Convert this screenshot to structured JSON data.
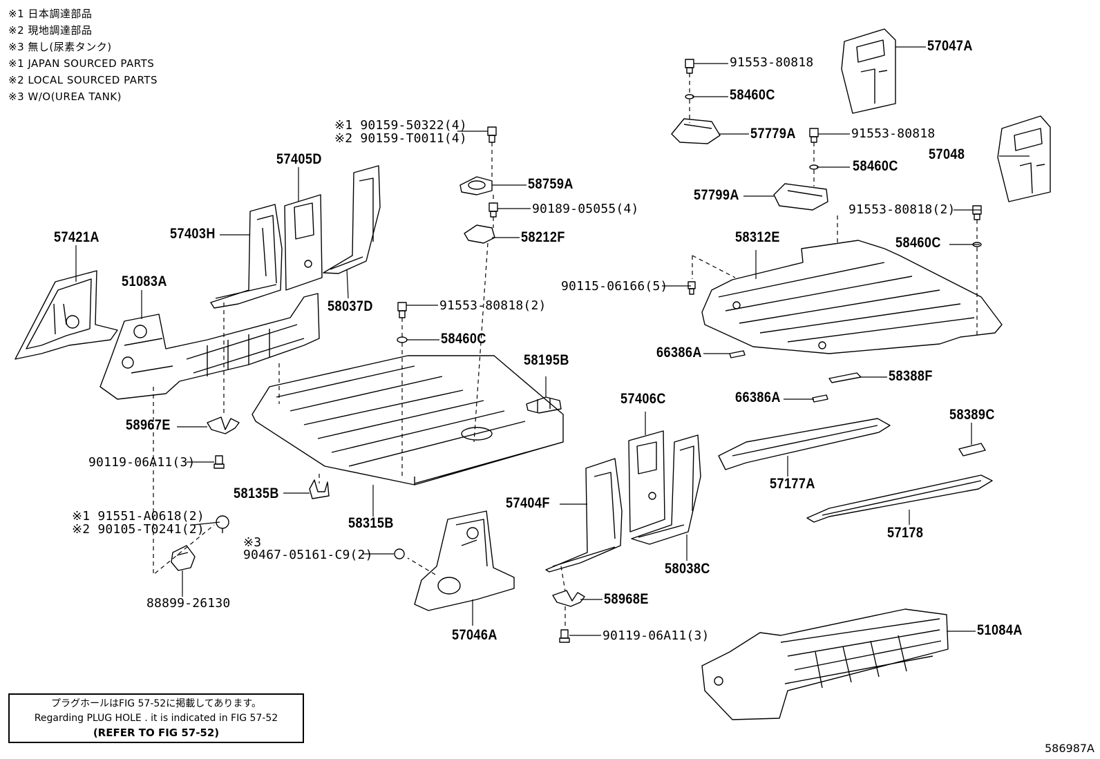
{
  "notes": [
    "※1 日本調達部品",
    "※2 現地調達部品",
    "※3 無し(尿素タンク)",
    "※1 JAPAN SOURCED PARTS",
    "※2 LOCAL SOURCED PARTS",
    "※3 W/O(UREA TANK)"
  ],
  "labels": {
    "p57047A": "57047A",
    "p91553_80818_a": "91553-80818",
    "p58460C_a": "58460C",
    "p57779A": "57779A",
    "p91553_80818_b": "91553-80818",
    "p57048": "57048",
    "p58460C_b": "58460C",
    "p57799A": "57799A",
    "p91553_80818_2": "91553-80818(2)",
    "p58312E": "58312E",
    "p58460C_c": "58460C",
    "p90115_06166_5": "90115-06166(5)",
    "p66386A_a": "66386A",
    "p58388F": "58388F",
    "p66386A_b": "66386A",
    "p58389C": "58389C",
    "p57177A": "57177A",
    "p57178": "57178",
    "p51084A": "51084A",
    "p90159_50322": "※1 90159-50322(4)",
    "p90159_T0011": "※2 90159-T0011(4)",
    "p58759A": "58759A",
    "p90189_05055": "90189-05055(4)",
    "p58212F": "58212F",
    "p91553_80818_2b": "91553-80818(2)",
    "p58460C_d": "58460C",
    "p58195B": "58195B",
    "p58315B": "58315B",
    "p58135B": "58135B",
    "p57405D": "57405D",
    "p57403H": "57403H",
    "p58037D": "58037D",
    "p57421A": "57421A",
    "p51083A": "51083A",
    "p58967E": "58967E",
    "p90119_06A11_a": "90119-06A11(3)",
    "p91551_A0618": "※1 91551-A0618(2)",
    "p90105_T0241": "※2 90105-T0241(2)",
    "p88899_26130": "88899-26130",
    "p3mark": "※3",
    "p90467_05161": "90467-05161-C9(2)",
    "p57046A": "57046A",
    "p57406C": "57406C",
    "p57404F": "57404F",
    "p58038C": "58038C",
    "p58968E": "58968E",
    "p90119_06A11_b": "90119-06A11(3)"
  },
  "footnote": {
    "line1": "プラグホールはFIG 57-52に掲載してあります。",
    "line2": "Regarding PLUG HOLE . it is indicated in FIG 57-52",
    "line3": "(REFER TO FIG 57-52)"
  },
  "figure_id": "586987A"
}
